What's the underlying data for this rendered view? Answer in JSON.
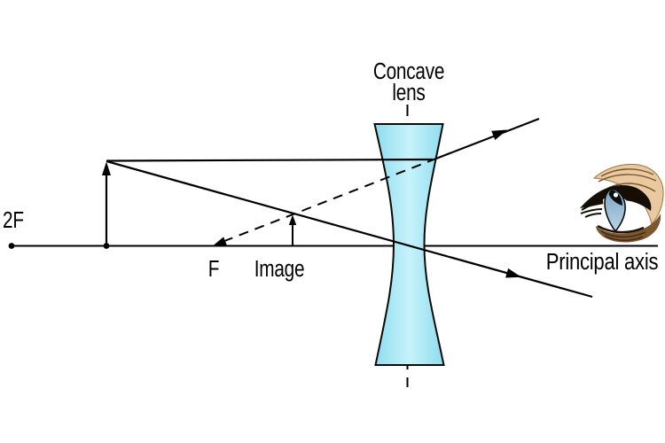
{
  "labels": {
    "lens_line1": "Concave",
    "lens_line2": "lens",
    "two_f": "2F",
    "focal_point": "F",
    "image": "Image",
    "principal_axis": "Principal axis"
  },
  "colors": {
    "ink": "#000000",
    "background": "#ffffff",
    "lens_edge": "#8edcee",
    "lens_mid": "#c6f3fb",
    "iris_blue": "#a6c4da",
    "skin_tan": "#e8c9a0"
  },
  "icons": {
    "eye": "eye-icon (observer eye illustration)"
  }
}
